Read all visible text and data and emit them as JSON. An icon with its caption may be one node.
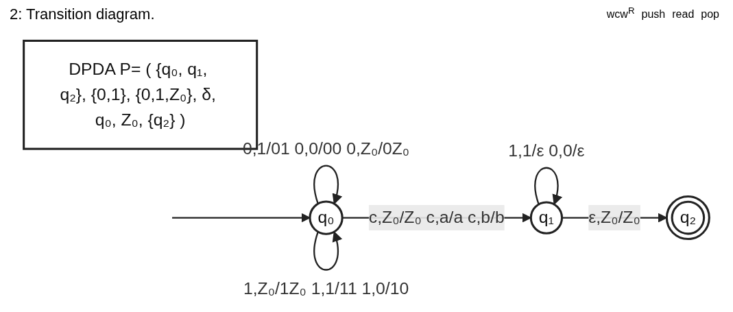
{
  "diagram": {
    "title": "2: Transition diagram.",
    "nodes": [
      {
        "text": [
          "q₀"
        ]
      },
      {
        "text": [
          "q₁"
        ]
      },
      {
        "text": [
          "q₂"
        ]
      },
      {
        "text": [
          "DPDA P= ( {q₀, q₁, q₂}, {0,1}, {0,1,Z₀}, δ, q₀, Z₀, {q₂} )"
        ]
      }
    ],
    "edges": [
      {
        "from": null,
        "to": 0,
        "arrow": "to"
      },
      {
        "from": 0,
        "to": 0,
        "arrow": "to",
        "label": "0,1/01 0,0/00 0,Z₀/0Z₀"
      },
      {
        "from": 0,
        "to": 0,
        "arrow": "to",
        "label": "1,Z₀/1Z₀ 1,1/11 1,0/10"
      },
      {
        "from": 0,
        "to": 1,
        "arrow": "to",
        "label": "c,Z₀/Z₀ c,a/a c,b/b"
      },
      {
        "from": 1,
        "to": 1,
        "arrow": "to",
        "label": "1,1/ε 0,0/ε"
      },
      {
        "from": 1,
        "to": 2,
        "arrow": "to",
        "label": "ε,Z₀/Z₀"
      }
    ],
    "labels": [
      "wcw$^{R}$",
      "push",
      "read",
      "pop"
    ]
  }
}
